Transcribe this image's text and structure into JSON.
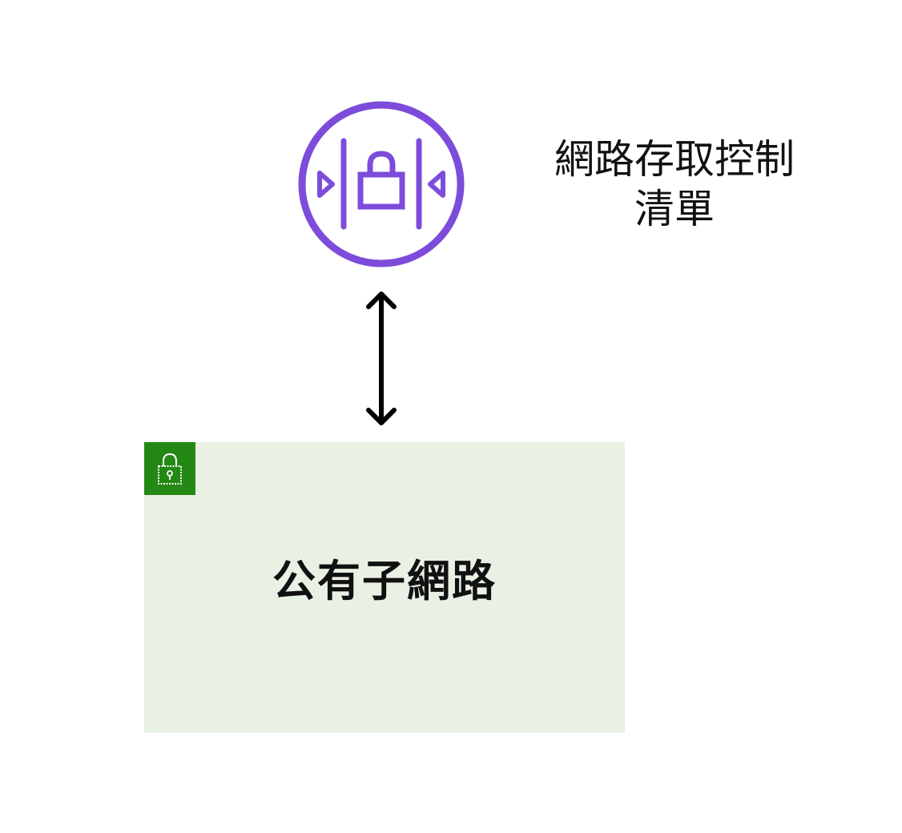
{
  "nacl": {
    "icon": "network-access-control-list-icon",
    "label_line1": "網路存取控制",
    "label_line2": "清單",
    "color": "#7d4cdb"
  },
  "connector": {
    "icon": "bidirectional-arrow",
    "color": "#000000"
  },
  "subnet": {
    "title": "公有子網路",
    "badge_icon": "lock-icon",
    "badge_color": "#248814",
    "fill_color": "#e8f1e4"
  }
}
